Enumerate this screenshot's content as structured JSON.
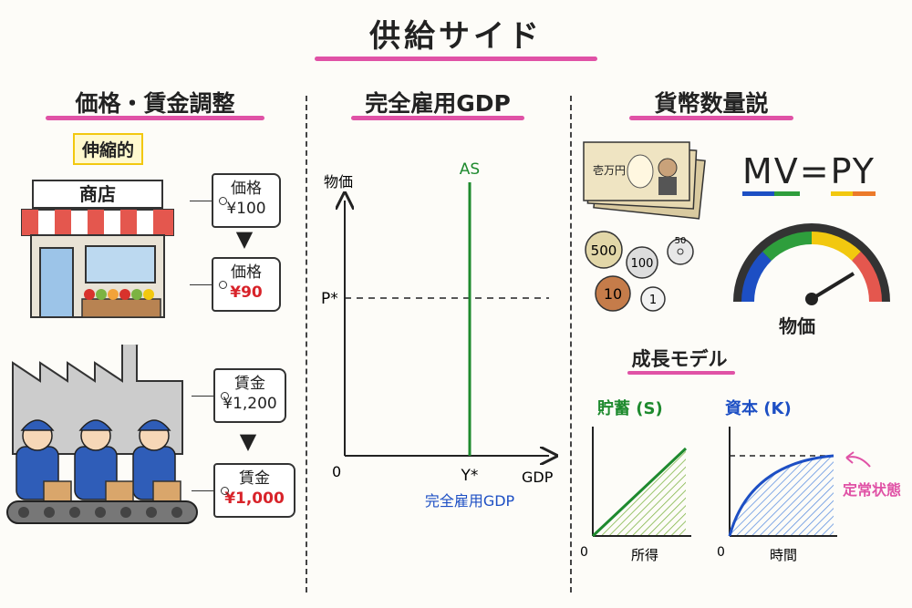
{
  "title": "供給サイド",
  "left": {
    "heading": "価格・賃金調整",
    "badge": "伸縮的",
    "shop_sign": "商店",
    "price_before": {
      "label": "価格",
      "value": "¥100"
    },
    "price_after": {
      "label": "価格",
      "value": "¥90"
    },
    "wage_before": {
      "label": "賃金",
      "value": "¥1,200"
    },
    "wage_after": {
      "label": "賃金",
      "value": "¥1,000"
    }
  },
  "middle": {
    "heading": "完全雇用GDP",
    "chart_data": {
      "type": "line",
      "ylabel": "物価",
      "xlabel": "GDP",
      "origin_label": "0",
      "curve_label": "AS",
      "price_level_label": "P*",
      "output_label": "Y*",
      "output_caption": "完全雇用GDP"
    }
  },
  "right": {
    "heading": "貨幣数量説",
    "banknote_label": "壱万円",
    "coins": [
      "500",
      "100",
      "50",
      "10",
      "1"
    ],
    "equation": {
      "m": "M",
      "v": "V",
      "eq": "=",
      "p": "P",
      "y": "Y"
    },
    "gauge_label": "物価",
    "growth": {
      "heading": "成長モデル",
      "savings_chart": {
        "ylabel": "貯蓄 (S)",
        "xlabel": "所得",
        "origin": "0"
      },
      "capital_chart": {
        "ylabel": "資本 (K)",
        "xlabel": "時間",
        "origin": "0",
        "annotation": "定常状態"
      }
    }
  },
  "colors": {
    "accent": "#e052a6",
    "as_line": "#1e8a2e",
    "blue": "#1d4fc4",
    "red": "#d8232a"
  }
}
